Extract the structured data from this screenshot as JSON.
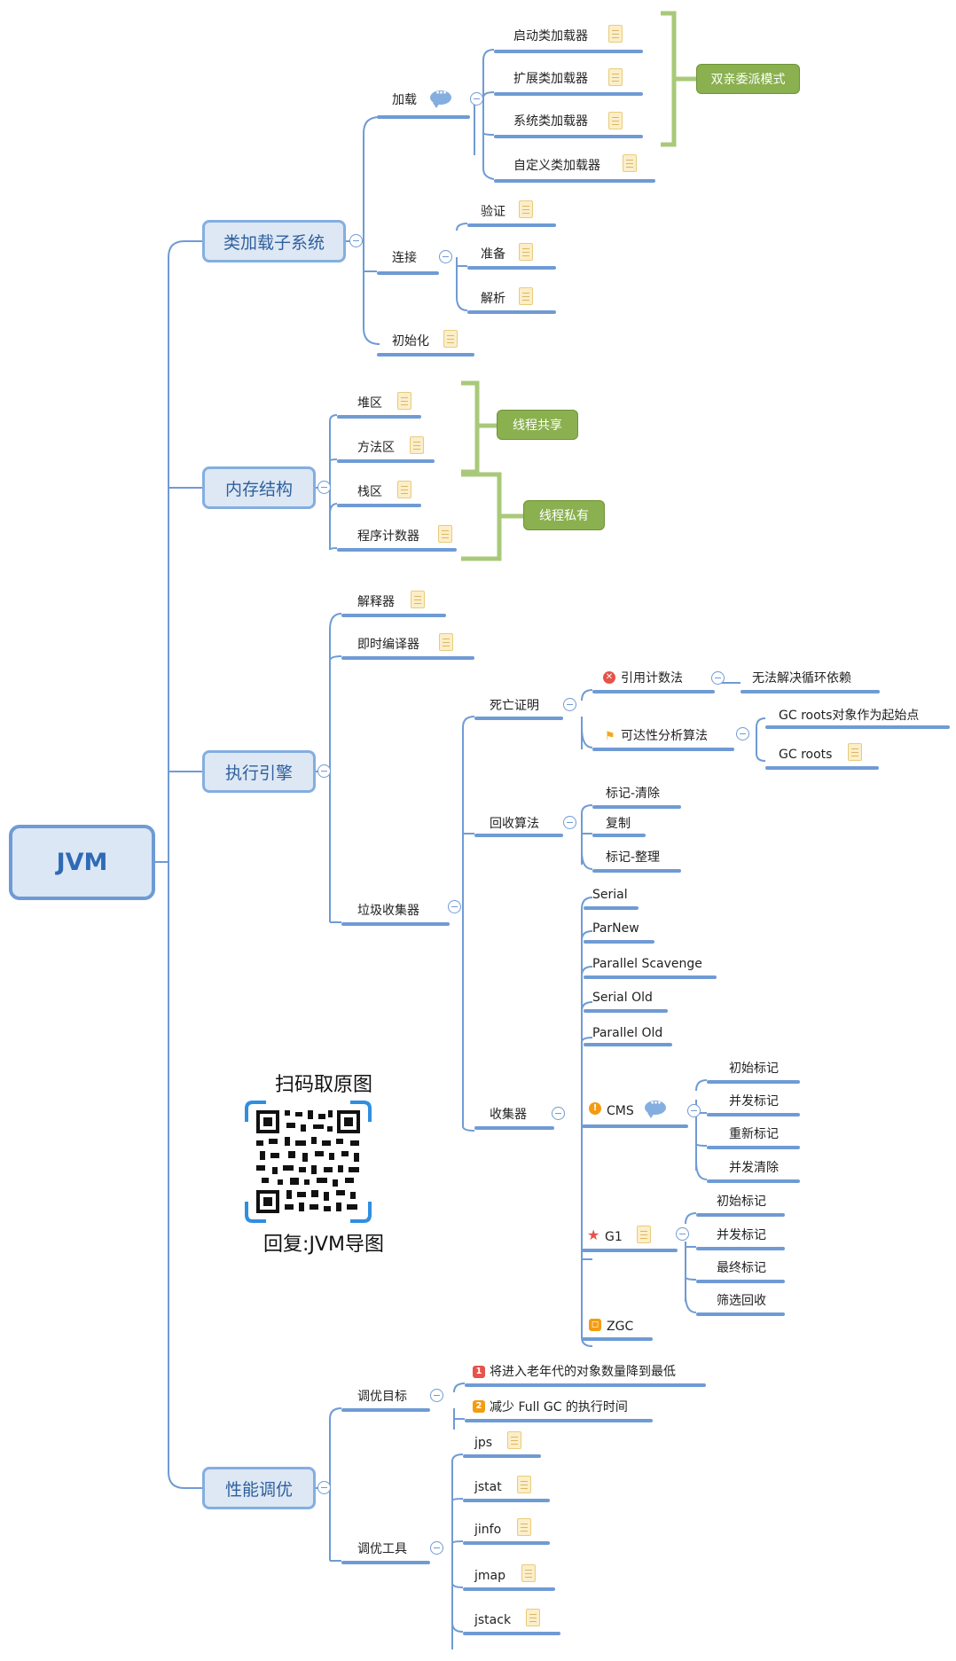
{
  "root": "JVM",
  "branches": {
    "classloader": {
      "title": "类加载子系统",
      "load": "加载",
      "loaders": [
        "启动类加载器",
        "扩展类加载器",
        "系统类加载器",
        "自定义类加载器"
      ],
      "parent_delegation": "双亲委派模式",
      "link": "连接",
      "link_steps": [
        "验证",
        "准备",
        "解析"
      ],
      "init": "初始化"
    },
    "memory": {
      "title": "内存结构",
      "areas": [
        "堆区",
        "方法区",
        "栈区",
        "程序计数器"
      ],
      "shared": "线程共享",
      "private": "线程私有"
    },
    "engine": {
      "title": "执行引擎",
      "interpreter": "解释器",
      "jit": "即时编译器",
      "gc": "垃圾收集器",
      "death": "死亡证明",
      "refcount": "引用计数法",
      "refcount_note": "无法解决循环依赖",
      "reachability": "可达性分析算法",
      "gcroots_start": "GC  roots对象作为起始点",
      "gcroots": "GC roots",
      "algorithms": "回收算法",
      "algo_items": [
        "标记-清除",
        "复制",
        "标记-整理"
      ],
      "collectors": "收集器",
      "collector_items": [
        "Serial",
        "ParNew",
        "Parallel Scavenge",
        "Serial Old",
        "Parallel Old"
      ],
      "cms": "CMS",
      "cms_steps": [
        "初始标记",
        "并发标记",
        "重新标记",
        "并发清除"
      ],
      "g1": "G1",
      "g1_steps": [
        "初始标记",
        "并发标记",
        "最终标记",
        "筛选回收"
      ],
      "zgc": "ZGC"
    },
    "tuning": {
      "title": "性能调优",
      "goals": "调优目标",
      "goal_items": [
        "将进入老年代的对象数量降到最低",
        "减少 Full GC 的执行时间"
      ],
      "goal_markers": [
        "1",
        "2"
      ],
      "tools": "调优工具",
      "tool_items": [
        "jps",
        "jstat",
        "jinfo",
        "jmap",
        "jstack"
      ]
    }
  },
  "qr": {
    "title": "扫码取原图",
    "reply": "回复:JVM导图"
  },
  "colors": {
    "line": "#6f9bd4",
    "main_fill": "#dde8f4",
    "green": "#8ab04f",
    "bracket": "#a9c97a"
  }
}
